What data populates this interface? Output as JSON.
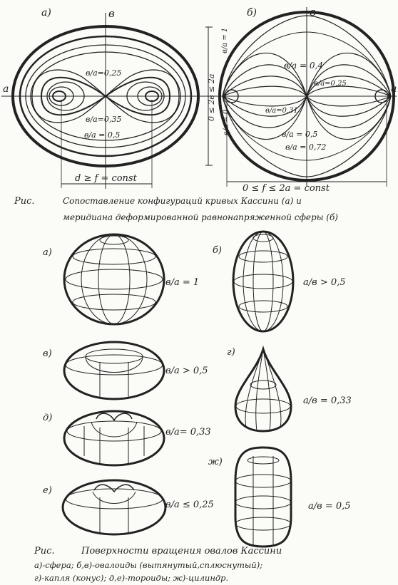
{
  "top": {
    "panel_a": {
      "letter": "а)",
      "axis_v": "в",
      "axis_h": "а",
      "labels": [
        "в/а=0,25",
        "в/а=0,35",
        "в/а = 0,5"
      ],
      "dim_vertical": "0 ≤ 2в ≤ 2а",
      "dim_horizontal": "d ≥ f = const"
    },
    "panel_b": {
      "letter": "б)",
      "axis_v": "в",
      "axis_h": "а",
      "labels": [
        "в/а = 1",
        "в/а = 0,4",
        "в/а=0,25",
        "в/а=0,31",
        "в/а = 0,5",
        "в/а = 0,72",
        "в/а = 0"
      ],
      "dim_horizontal": "0 ≤ f ≤ 2а = const"
    },
    "caption": {
      "prefix": "Рис.",
      "line1": "Сопоставление конфигураций кривых Кассини (а) и",
      "line2": "меридиана деформированной равнонапряженной сферы (б)"
    }
  },
  "bottom": {
    "figures": [
      {
        "letter": "а)",
        "ratio": "в/а = 1"
      },
      {
        "letter": "б)",
        "ratio": "а/в > 0,5"
      },
      {
        "letter": "в)",
        "ratio": "в/а > 0,5"
      },
      {
        "letter": "г)",
        "ratio": "а/в = 0,33"
      },
      {
        "letter": "д)",
        "ratio": "в/а= 0,33"
      },
      {
        "letter": "е)",
        "ratio": "в/а ≤ 0,25"
      },
      {
        "letter": "ж)",
        "ratio": "а/в = 0,5"
      }
    ],
    "caption": {
      "prefix": "Рис.",
      "title": "Поверхности вращения овалов Кассини",
      "line1": "а)-сфера; б,в)-овалоиды (вытянутый,сплюснутый);",
      "line2": "г)-капля (конус); д,е)-тороиды; ж)-цилиндр."
    }
  }
}
